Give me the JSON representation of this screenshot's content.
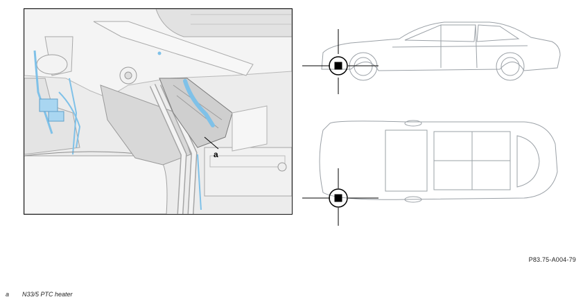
{
  "callouts": {
    "a": "a"
  },
  "legend": [
    {
      "key": "a",
      "text": "N33/5 PTC heater"
    }
  ],
  "image_code": "P83.75-A004-79",
  "colors": {
    "highlight": "#7fc1e8",
    "line": "#9aa0a6",
    "frame": "#111111",
    "location_marker": "#000000"
  },
  "icons": {
    "location_marker": "crosshair-marker-icon"
  }
}
